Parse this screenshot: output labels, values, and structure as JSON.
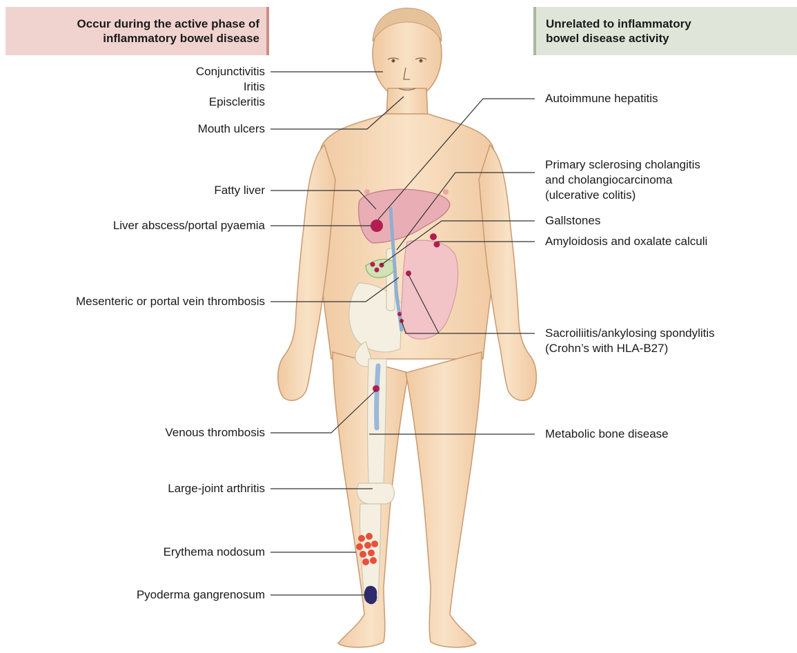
{
  "headers": {
    "left": [
      "Occur during the active phase of",
      "inflammatory bowel disease"
    ],
    "right": [
      "Unrelated to inflammatory",
      "bowel disease activity"
    ]
  },
  "left_labels": {
    "conjunctivitis": "Conjunctivitis",
    "iritis": "Iritis",
    "episcleritis": "Episcleritis",
    "mouth_ulcers": "Mouth ulcers",
    "fatty_liver": "Fatty liver",
    "liver_abscess": "Liver abscess/portal pyaemia",
    "mesenteric_thrombosis": "Mesenteric or portal vein thrombosis",
    "venous_thrombosis": "Venous thrombosis",
    "large_joint_arthritis": "Large-joint arthritis",
    "erythema_nodosum": "Erythema nodosum",
    "pyoderma_gangrenosum": "Pyoderma gangrenosum"
  },
  "right_labels": {
    "autoimmune_hepatitis": "Autoimmune hepatitis",
    "psc": [
      "Primary sclerosing cholangitis",
      "and cholangiocarcinoma",
      "(ulcerative colitis)"
    ],
    "gallstones": "Gallstones",
    "amyloidosis": "Amyloidosis and oxalate calculi",
    "sacroiliitis": [
      "Sacroiliitis/ankylosing spondylitis",
      "(Crohn’s with HLA-B27)"
    ],
    "metabolic_bone": "Metabolic bone disease"
  },
  "colors": {
    "left_header_bg": "#f0d3cf",
    "right_header_bg": "#dfe6d9",
    "skin": "#f6d9b6",
    "skin_outline": "#c89a72",
    "lesion": "#b31d4f",
    "erythema": "#e8503c",
    "pyoderma": "#2e2a6b",
    "bone": "#f4efe0",
    "liver": "#e9aeb5",
    "intestine": "#f2c4c8"
  }
}
